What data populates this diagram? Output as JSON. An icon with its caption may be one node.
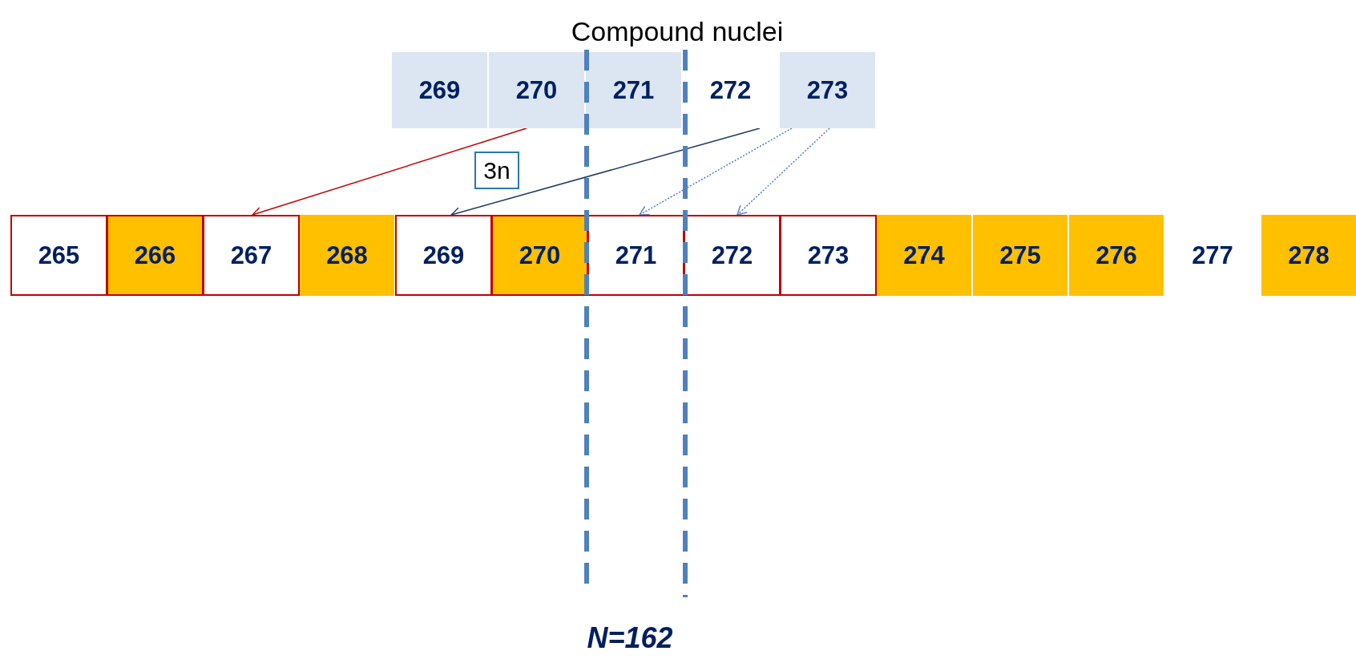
{
  "diagram": {
    "title": "Compound nuclei",
    "nodes": [
      {
        "text": [
          "269"
        ]
      },
      {
        "text": [
          "270"
        ]
      },
      {
        "text": [
          "271"
        ]
      },
      {
        "text": [
          "272"
        ]
      },
      {
        "text": [
          "273"
        ]
      },
      {
        "text": [
          "3n"
        ]
      },
      {
        "text": [
          "265"
        ]
      },
      {
        "text": [
          "266"
        ]
      },
      {
        "text": [
          "267"
        ]
      },
      {
        "text": [
          "268"
        ]
      },
      {
        "text": [
          "269"
        ]
      },
      {
        "text": [
          "270"
        ]
      },
      {
        "text": [
          "271"
        ]
      },
      {
        "text": [
          "272"
        ]
      },
      {
        "text": [
          "273"
        ]
      },
      {
        "text": [
          "274"
        ]
      },
      {
        "text": [
          "275"
        ]
      },
      {
        "text": [
          "276"
        ]
      },
      {
        "text": [
          "277"
        ]
      },
      {
        "text": [
          "278"
        ]
      }
    ],
    "edges": [
      {
        "from": 1,
        "to": 8,
        "arrow": "to",
        "color": "#c00000"
      },
      {
        "from": 3,
        "to": 10,
        "arrow": "to",
        "color": "#1f3864"
      },
      {
        "from": 4,
        "to": 12,
        "arrow": "to",
        "style": "dashed"
      },
      {
        "from": 4,
        "to": 13,
        "arrow": "to",
        "style": "dashed"
      }
    ],
    "labels": [
      "N=162"
    ]
  }
}
